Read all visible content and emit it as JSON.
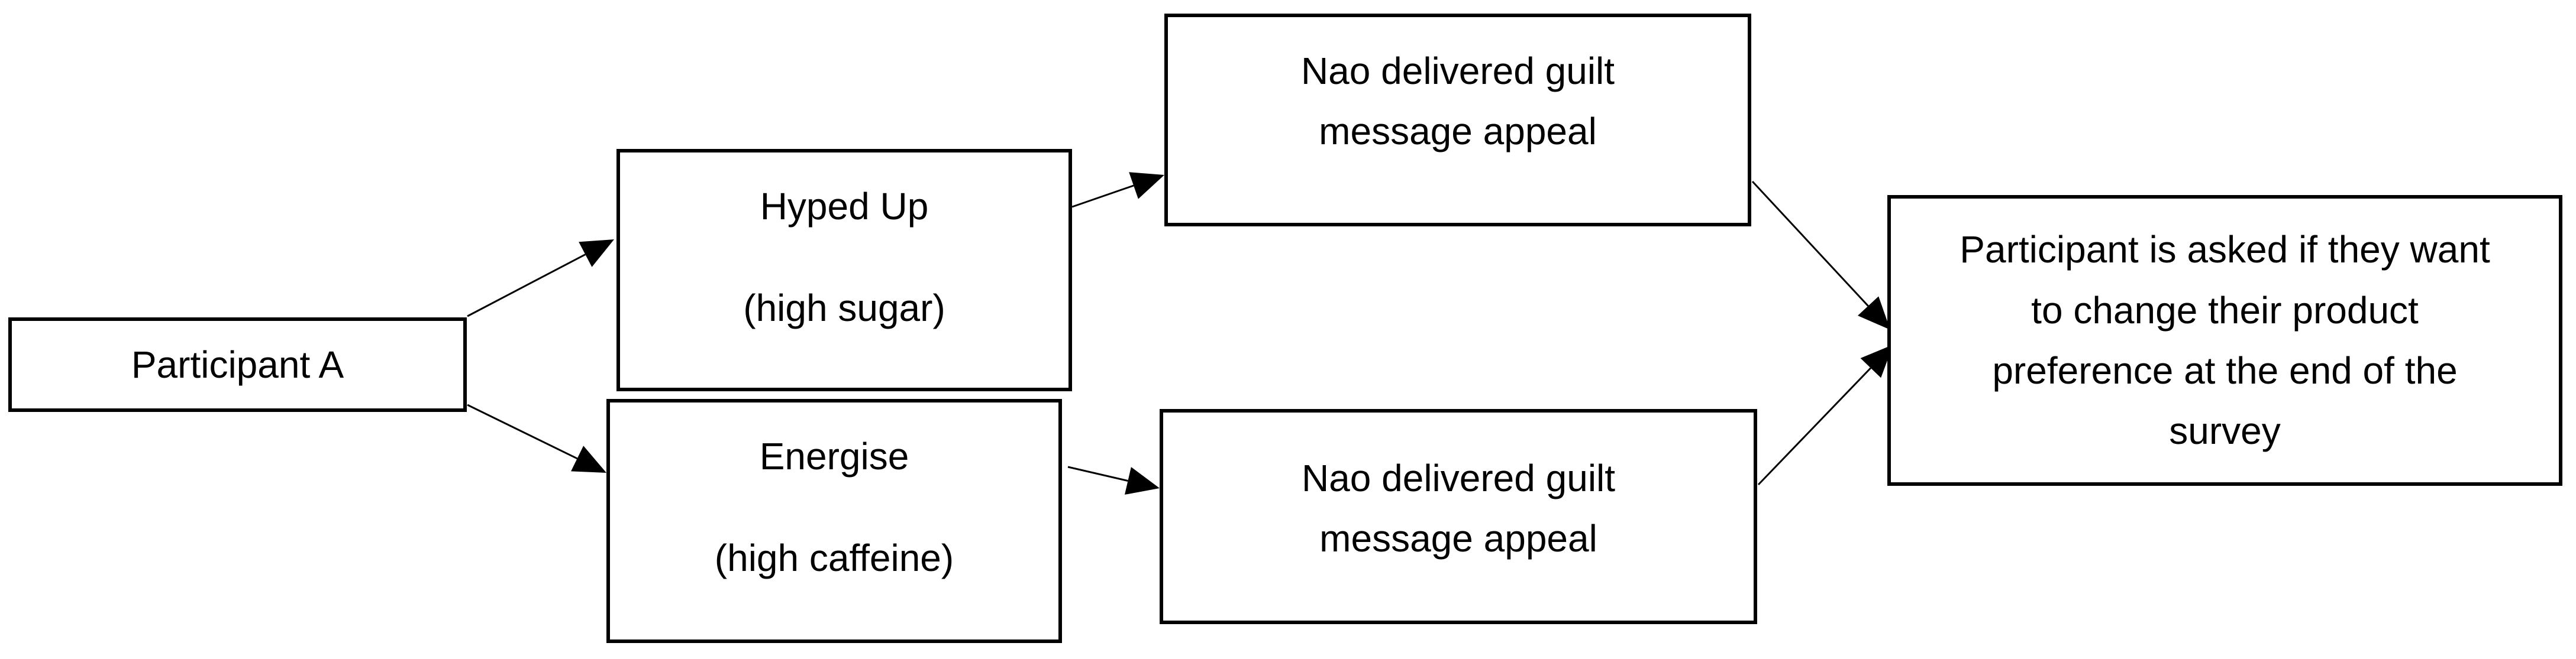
{
  "diagram": {
    "nodes": {
      "participant": {
        "lines": [
          "Participant A"
        ]
      },
      "hyped_up": {
        "lines": [
          "Hyped Up",
          "(high sugar)"
        ]
      },
      "energise": {
        "lines": [
          "Energise",
          "(high caffeine)"
        ]
      },
      "guilt_top": {
        "lines": [
          "Nao delivered guilt",
          "message appeal"
        ]
      },
      "guilt_bottom": {
        "lines": [
          "Nao delivered guilt",
          "message appeal"
        ]
      },
      "final": {
        "lines": [
          "Participant is asked if they want",
          "to change their product",
          "preference at the end of the",
          "survey"
        ]
      }
    },
    "edges": [
      {
        "from": "participant",
        "to": "hyped_up"
      },
      {
        "from": "participant",
        "to": "energise"
      },
      {
        "from": "hyped_up",
        "to": "guilt_top"
      },
      {
        "from": "energise",
        "to": "guilt_bottom"
      },
      {
        "from": "guilt_top",
        "to": "final"
      },
      {
        "from": "guilt_bottom",
        "to": "final"
      }
    ],
    "colors": {
      "stroke": "#000000",
      "fill": "#ffffff",
      "text": "#000000"
    }
  }
}
